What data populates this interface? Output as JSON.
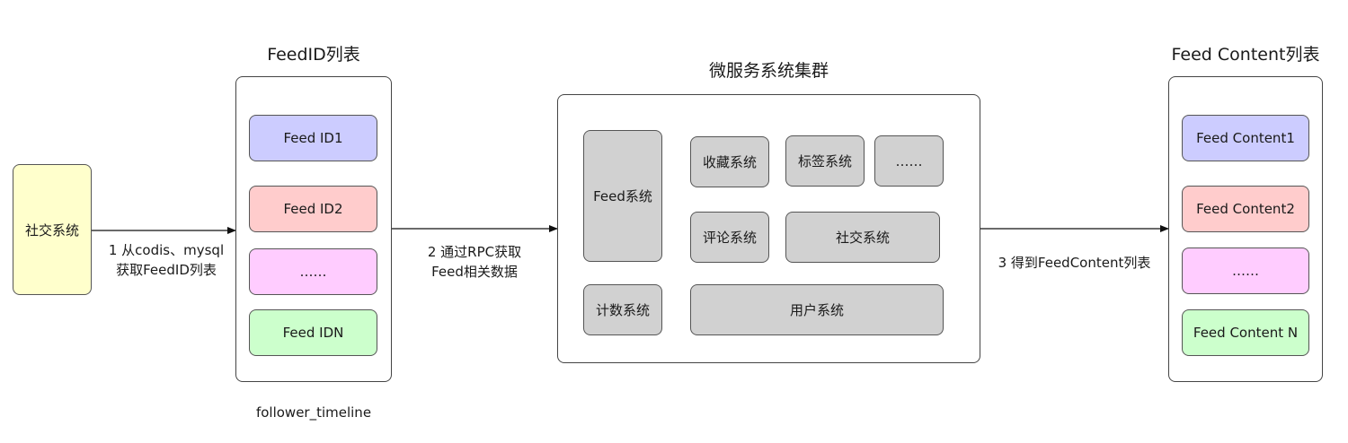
{
  "source": {
    "label": "社交系统",
    "color": "#ffffcc"
  },
  "feedid_list": {
    "title": "FeedID列表",
    "caption": "follower_timeline",
    "items": [
      {
        "label": "Feed ID1",
        "color": "#ccccff"
      },
      {
        "label": "Feed ID2",
        "color": "#ffcccc"
      },
      {
        "label": "……",
        "color": "#ffccff"
      },
      {
        "label": "Feed IDN",
        "color": "#ccffcc"
      }
    ]
  },
  "cluster": {
    "title": "微服务系统集群",
    "services": {
      "feed": "Feed系统",
      "favorite": "收藏系统",
      "tag": "标签系统",
      "more": "……",
      "comment": "评论系统",
      "social": "社交系统",
      "counter": "计数系统",
      "user": "用户系统"
    }
  },
  "content_list": {
    "title": "Feed Content列表",
    "items": [
      {
        "label": "Feed Content1",
        "color": "#ccccff"
      },
      {
        "label": "Feed Content2",
        "color": "#ffcccc"
      },
      {
        "label": "……",
        "color": "#ffccff"
      },
      {
        "label": "Feed Content N",
        "color": "#ccffcc"
      }
    ]
  },
  "steps": {
    "step1_line1": "1 从codis、mysql",
    "step1_line2": "获取FeedID列表",
    "step2_line1": "2 通过RPC获取",
    "step2_line2": "Feed相关数据",
    "step3": "3 得到FeedContent列表"
  }
}
